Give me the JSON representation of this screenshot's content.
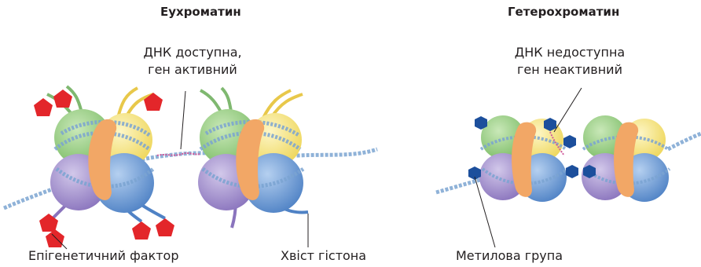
{
  "titles": {
    "euchromatin": "Еухроматин",
    "heterochromatin": "Гетерохроматин"
  },
  "callouts": {
    "dna_accessible_line1": "ДНК доступна,",
    "dna_accessible_line2": "ген активний",
    "dna_inaccessible_line1": "ДНК недоступна",
    "dna_inaccessible_line2": "ген неактивний"
  },
  "bottom_labels": {
    "epigenetic_factor": "Епігенетичний фактор",
    "histone_tail": "Хвіст гістона",
    "methyl_group": "Метилова група"
  },
  "colors": {
    "histone_green": "#8dc97a",
    "histone_yellow": "#f3e27a",
    "histone_purple": "#9a86c6",
    "histone_blue": "#5d8fce",
    "histone_core": "#f2a766",
    "dna": "#8fb2d8",
    "epigenetic_factor": "#e3262a",
    "methyl_group": "#1c4f9c",
    "linker_dna": "#d05a9a"
  }
}
